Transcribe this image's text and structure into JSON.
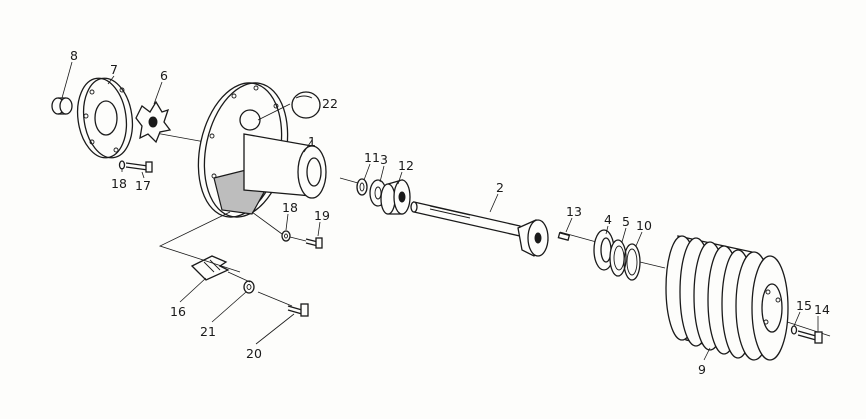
{
  "labels": {
    "p1": "1",
    "p2": "2",
    "p3": "3",
    "p4": "4",
    "p5": "5",
    "p6": "6",
    "p7": "7",
    "p8": "8",
    "p9": "9",
    "p10": "10",
    "p11": "11",
    "p12": "12",
    "p13": "13",
    "p14": "14",
    "p15": "15",
    "p16": "16",
    "p17": "17",
    "p18a": "18",
    "p18b": "18",
    "p19": "19",
    "p20": "20",
    "p21": "21",
    "p22": "22"
  }
}
